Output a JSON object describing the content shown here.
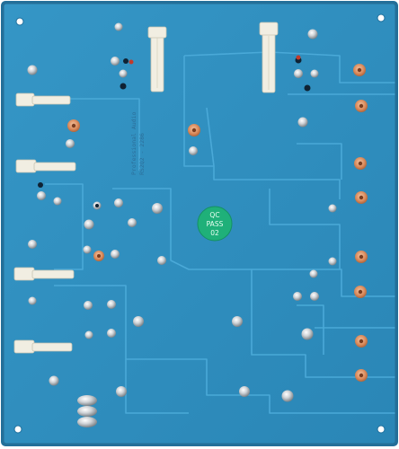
{
  "board": {
    "silkscreen_line1": "Professional Audio",
    "silkscreen_line2": "RS2Q2 - 2286",
    "colors": {
      "substrate": "#2f8fc0",
      "trace": "#3a9ed0",
      "edge": "#1f6f9c",
      "copper_pad": "#d98a5b",
      "solder": "#c9ccd0",
      "qc_sticker": "#1fb079",
      "cable_tie": "#f1eee2"
    }
  },
  "qc_sticker": {
    "line1": "QC",
    "line2": "PASS",
    "line3": "02"
  }
}
